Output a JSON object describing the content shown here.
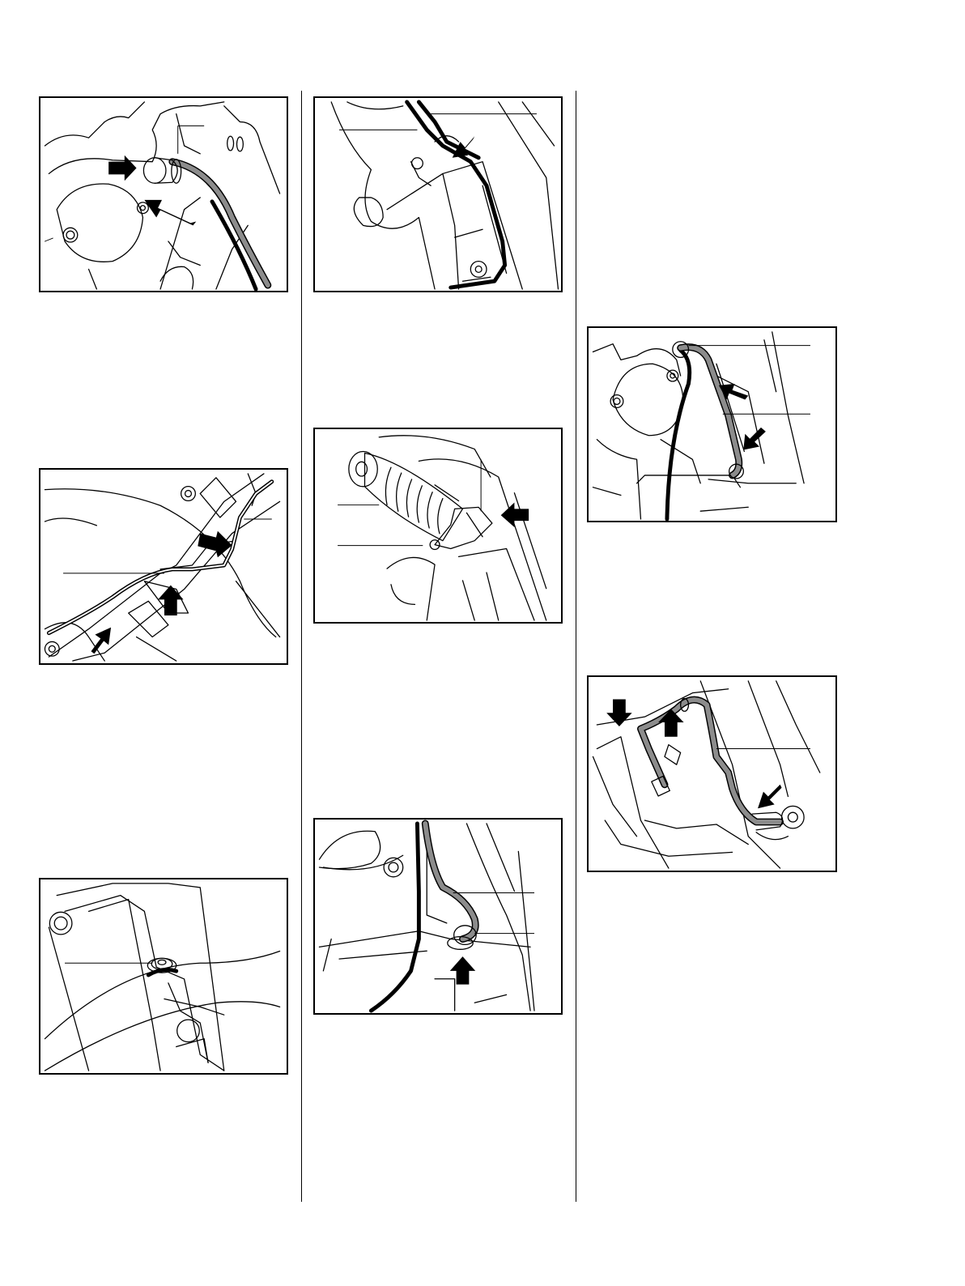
{
  "page": {
    "columns": 3,
    "figures": [
      {
        "id": "fig-grommet-insertion",
        "arrows": 2,
        "callout_leaders": 1
      },
      {
        "id": "fig-wire-routing-handle",
        "arrows": 3,
        "callout_leaders": 2
      },
      {
        "id": "fig-screw-mount",
        "arrows": 0,
        "callout_leaders": 1
      },
      {
        "id": "fig-cable-guide-top",
        "arrows": 1,
        "callout_leaders": 2
      },
      {
        "id": "fig-rubber-bellows",
        "arrows": 1,
        "callout_leaders": 3
      },
      {
        "id": "fig-grommet-lower",
        "arrows": 1,
        "callout_leaders": 2
      },
      {
        "id": "fig-wire-in-housing",
        "arrows": 2,
        "callout_leaders": 2
      },
      {
        "id": "fig-connector-lead",
        "arrows": 3,
        "callout_leaders": 1
      }
    ]
  },
  "colors": {
    "line": "#000000",
    "cable_fill": "#8c8c8c",
    "background": "#ffffff"
  }
}
